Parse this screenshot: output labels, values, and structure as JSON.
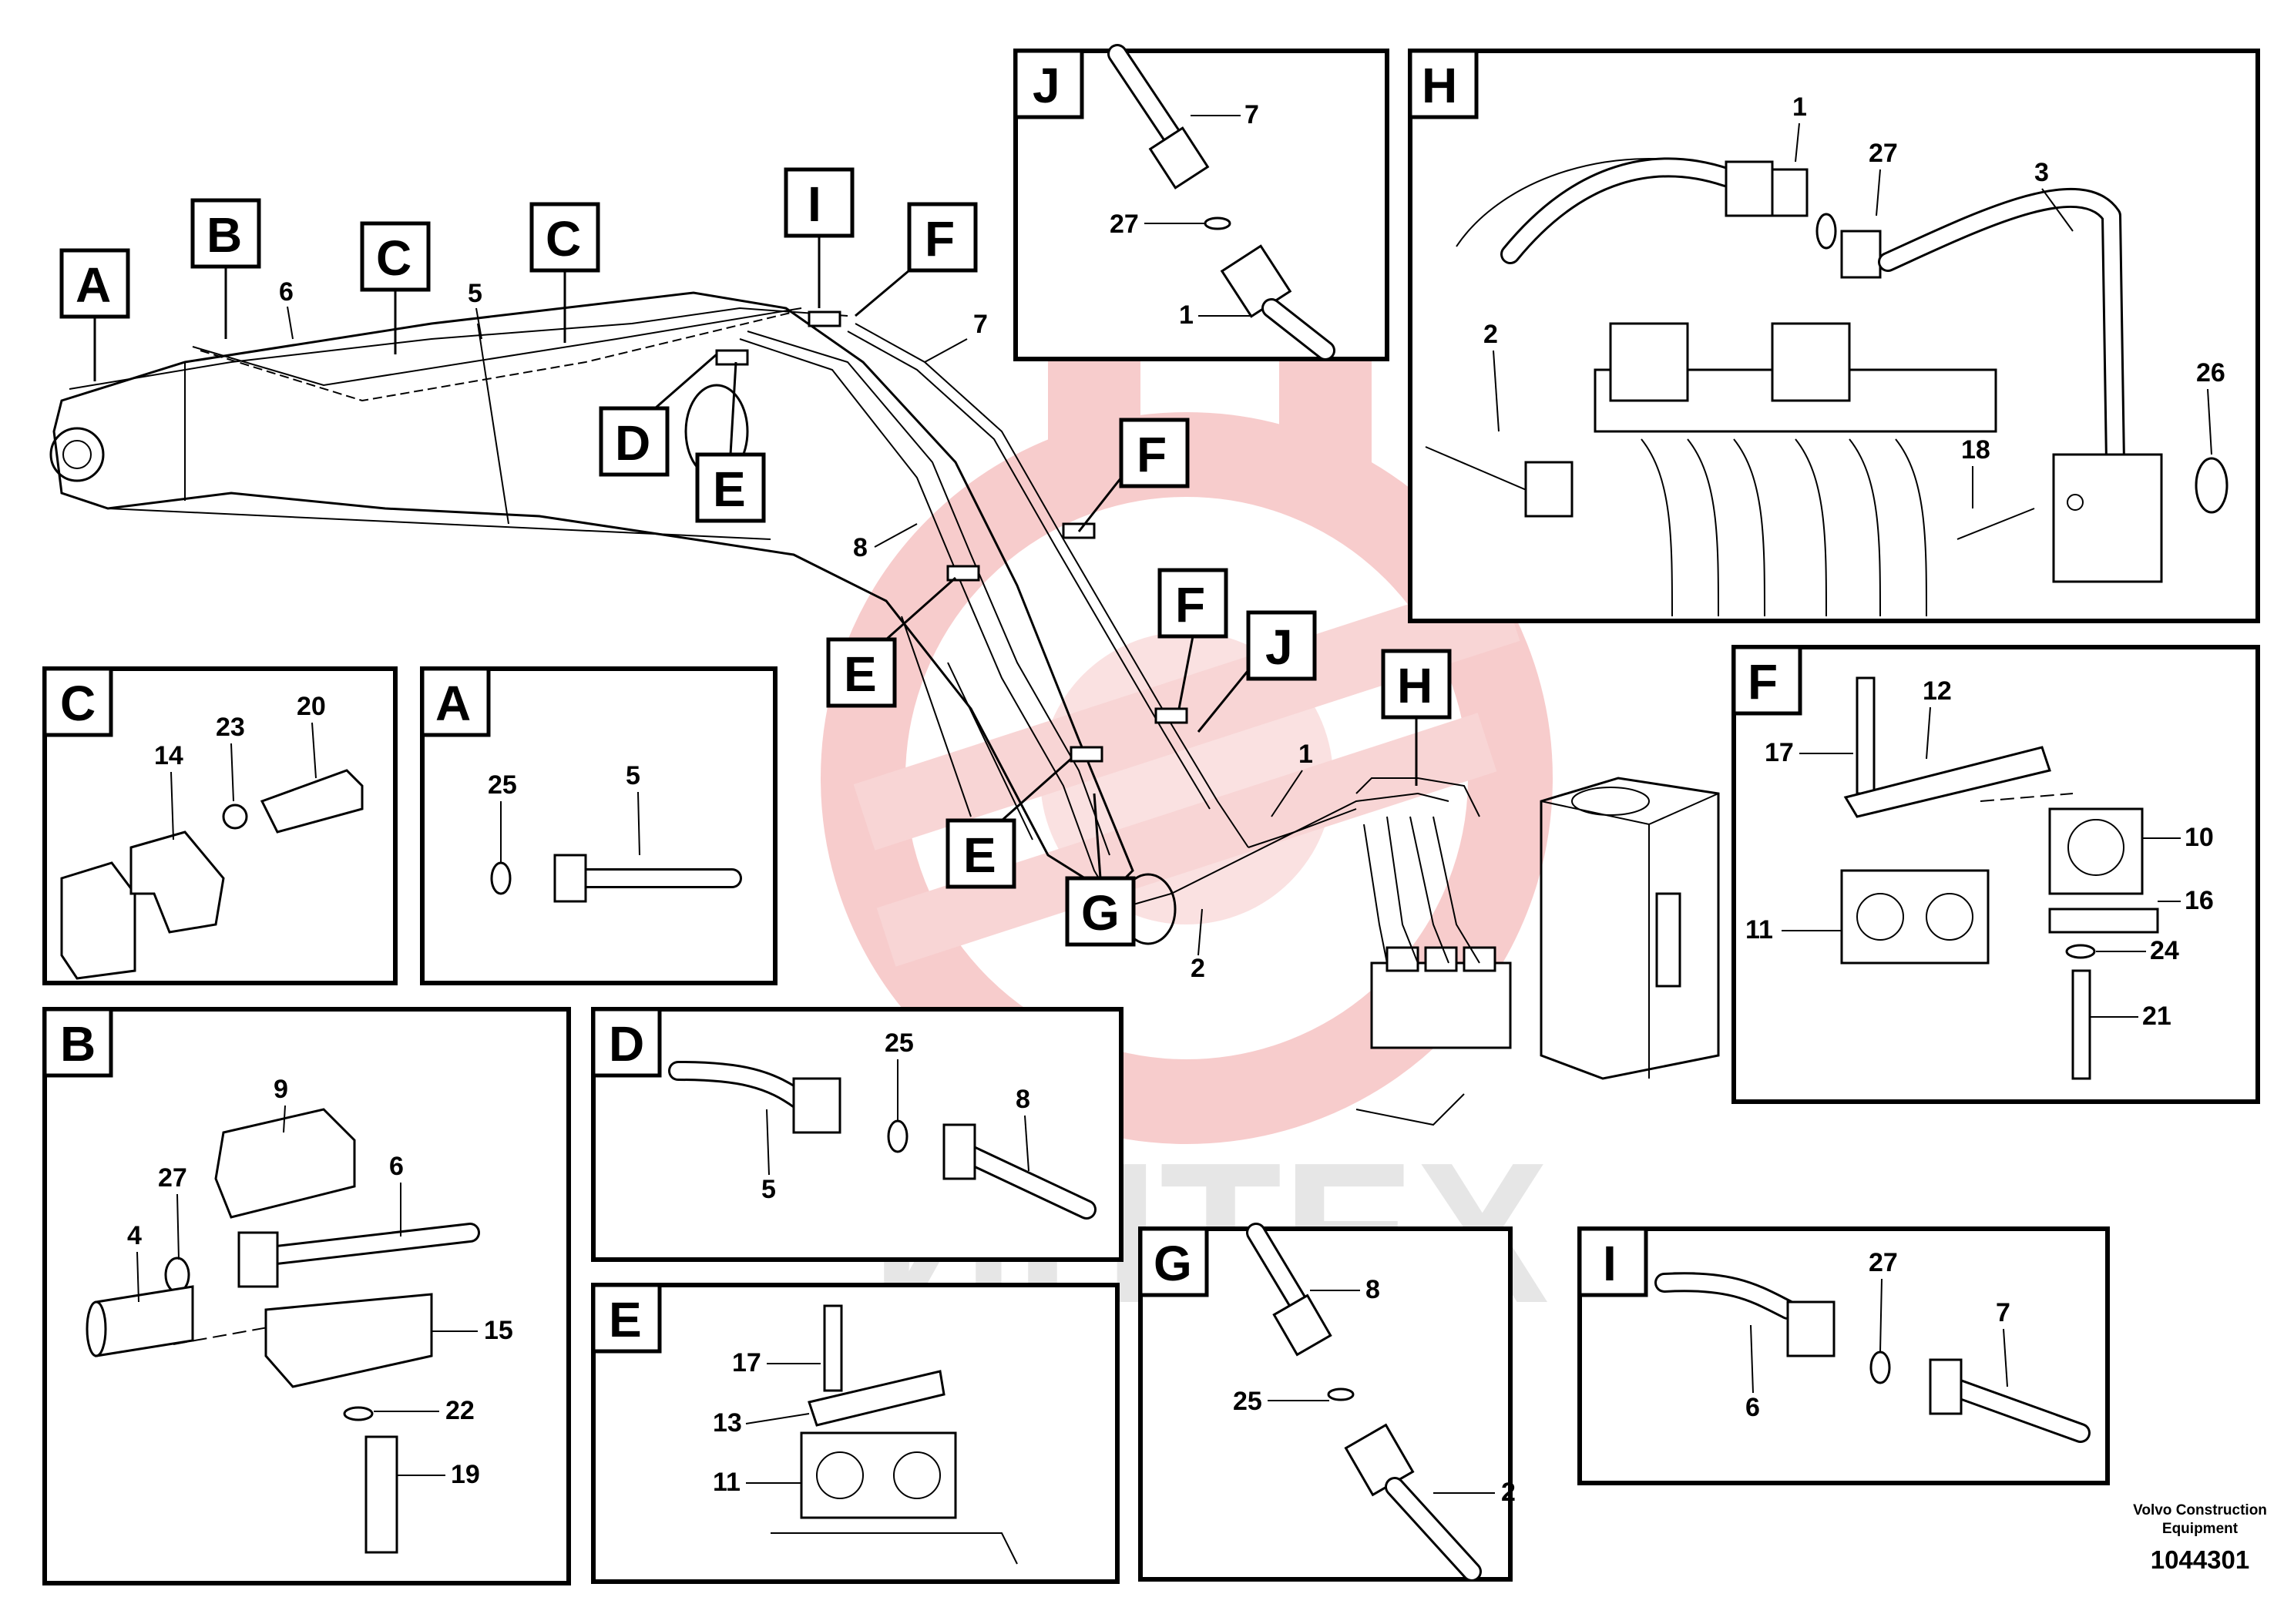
{
  "watermark": {
    "text": "ИНТЕХ",
    "color": "#f1c7c7"
  },
  "main_callouts": {
    "A": "A",
    "B": "B",
    "C1": "C",
    "C2": "C",
    "D": "D",
    "E1": "E",
    "E2": "E",
    "E3": "E",
    "F1": "F",
    "F2": "F",
    "F3": "F",
    "G": "G",
    "H": "H",
    "I": "I",
    "J": "J"
  },
  "main_parts": {
    "p6": "6",
    "p5": "5",
    "p7": "7",
    "p8": "8",
    "p1": "1",
    "p2": "2"
  },
  "detail_J": {
    "letter": "J",
    "parts": {
      "a": "7",
      "b": "27",
      "c": "1"
    }
  },
  "detail_H": {
    "letter": "H",
    "parts": {
      "a": "1",
      "b": "27",
      "c": "3",
      "d": "2",
      "e": "26",
      "f": "18"
    }
  },
  "detail_C": {
    "letter": "C",
    "parts": {
      "a": "14",
      "b": "23",
      "c": "20"
    }
  },
  "detail_A": {
    "letter": "A",
    "parts": {
      "a": "25",
      "b": "5"
    }
  },
  "detail_F": {
    "letter": "F",
    "parts": {
      "a": "12",
      "b": "17",
      "c": "10",
      "d": "16",
      "e": "11",
      "f": "24",
      "g": "21"
    }
  },
  "detail_B": {
    "letter": "B",
    "parts": {
      "a": "9",
      "b": "27",
      "c": "6",
      "d": "4",
      "e": "15",
      "f": "22",
      "g": "19"
    }
  },
  "detail_D": {
    "letter": "D",
    "parts": {
      "a": "25",
      "b": "8",
      "c": "5"
    }
  },
  "detail_G": {
    "letter": "G",
    "parts": {
      "a": "8",
      "b": "25",
      "c": "2"
    }
  },
  "detail_I": {
    "letter": "I",
    "parts": {
      "a": "27",
      "b": "7",
      "c": "6"
    }
  },
  "detail_E": {
    "letter": "E",
    "parts": {
      "a": "17",
      "b": "13",
      "c": "11"
    }
  },
  "footer": {
    "company_line1": "Volvo Construction",
    "company_line2": "Equipment",
    "code": "1044301"
  }
}
